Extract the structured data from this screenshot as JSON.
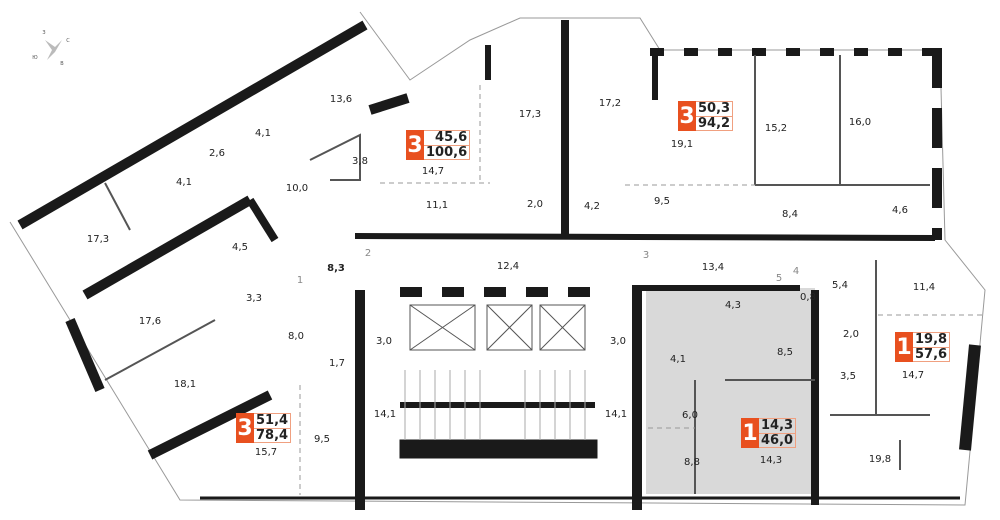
{
  "compass": {
    "n": "З",
    "e": "С",
    "s": "В",
    "w": "Ю"
  },
  "apartments": [
    {
      "rooms": "3",
      "living": "45,6",
      "total": "100,6"
    },
    {
      "rooms": "3",
      "living": "50,3",
      "total": "94,2"
    },
    {
      "rooms": "3",
      "living": "51,4",
      "total": "78,4"
    },
    {
      "rooms": "1",
      "living": "19,8",
      "total": "57,6"
    },
    {
      "rooms": "1",
      "living": "14,3",
      "total": "46,0"
    }
  ],
  "rooms": [
    "13,6",
    "4,1",
    "2,6",
    "4,1",
    "3,8",
    "10,0",
    "17,3",
    "4,5",
    "11,1",
    "17,3",
    "14,7",
    "17,2",
    "19,1",
    "15,2",
    "16,0",
    "9,5",
    "4,2",
    "2,0",
    "8,4",
    "4,6",
    "8,3",
    "12,4",
    "13,4",
    "5,4",
    "11,4",
    "0,8",
    "3,3",
    "17,6",
    "8,0",
    "1,7",
    "3,0",
    "3,0",
    "4,3",
    "4,1",
    "8,5",
    "2,0",
    "3,5",
    "14,7",
    "18,1",
    "14,1",
    "14,1",
    "6,0",
    "9,5",
    "8,8",
    "14,3",
    "19,8",
    "15,7"
  ],
  "doors": [
    "1",
    "2",
    "3",
    "4",
    "5"
  ],
  "colors": {
    "accent": "#e8501f",
    "highlight": "#d9d9d9",
    "wall": "#1a1a1a"
  }
}
